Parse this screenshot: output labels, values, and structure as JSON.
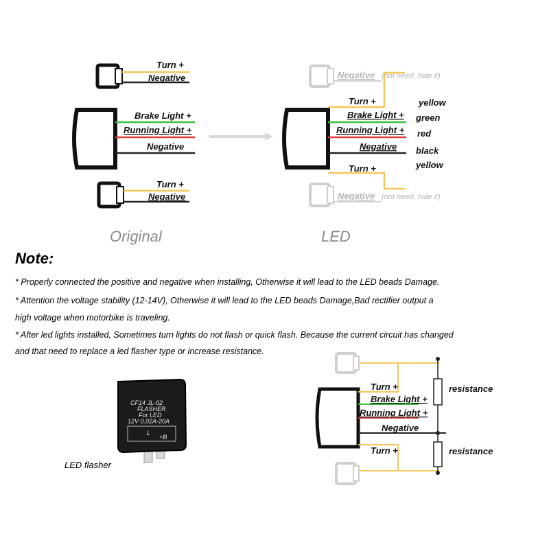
{
  "colors": {
    "turn": "#f2c75a",
    "brake": "#3fbf3f",
    "running": "#e23b3b",
    "negative": "#222222",
    "faded": "#c8c8c8"
  },
  "original": {
    "caption": "Original",
    "top_bulb": {
      "wire1": "Turn +",
      "wire2": "Negative"
    },
    "main_bulb": {
      "wire1": "Brake Light +",
      "wire2": "Running Light +",
      "wire3": "Negative"
    },
    "bottom_bulb": {
      "wire1": "Turn +",
      "wire2": "Negative"
    }
  },
  "led": {
    "caption": "LED",
    "top_hidden": {
      "label": "Negative",
      "note": "(not need, hide it)"
    },
    "bottom_hidden": {
      "label": "Negative",
      "note": "(not need, hide it)"
    },
    "wires": {
      "turn_top": "Turn +",
      "brake": "Brake Light +",
      "running": "Running Light +",
      "negative": "Negative",
      "turn_bottom": "Turn +"
    },
    "color_names": {
      "yellow_top": "yellow",
      "green": "green",
      "red": "red",
      "black": "black",
      "yellow_bottom": "yellow"
    }
  },
  "note": {
    "title": "Note:",
    "lines": [
      "* Properly connected the positive and negative when installing, Otherwise it will lead to the LED beads Damage.",
      "* Attention the voltage stability (12-14V), Otherwise it will lead to the LED beads Damage,Bad rectifier output a",
      "high voltage when motorbike is traveling.",
      "* After led lights installed, Sometimes turn lights do not flash or quick flash. Because the current circuit has changed",
      "and that need to replace a led flasher type or increase resistance."
    ]
  },
  "flasher": {
    "label": "LED flasher",
    "chip_lines": [
      "CF14 JL-02",
      "FLASHER",
      "For LED",
      "12V 0.02A-20A"
    ],
    "pin_marks": [
      "L",
      "+B"
    ]
  },
  "resistance_diagram": {
    "resistor1": "resistance",
    "resistor2": "resistance",
    "wires": {
      "turn_top": "Turn +",
      "brake": "Brake Light +",
      "running": "Running Light +",
      "negative": "Negative",
      "turn_bottom": "Turn +"
    }
  }
}
